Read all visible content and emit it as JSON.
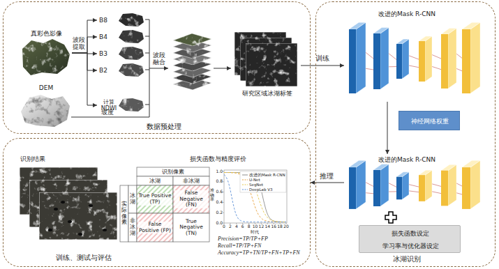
{
  "diagram": {
    "nodes": [
      {
        "text": [
          "数据预处理"
        ]
      },
      {
        "text": [
          "真彩色影像"
        ],
        "in": 0
      },
      {
        "text": [
          "DEM"
        ],
        "in": 0
      },
      {
        "text": [
          "B8"
        ],
        "in": 0
      },
      {
        "text": [
          "B4"
        ],
        "in": 0
      },
      {
        "text": [
          "B3"
        ],
        "in": 0
      },
      {
        "text": [
          "B2"
        ],
        "in": 0
      },
      {
        "text": [
          "计算 NDWI"
        ],
        "in": 0
      },
      {
        "text": [
          "研究区域冰湖标签"
        ],
        "in": 0
      },
      {
        "text": [
          "冰湖识别"
        ]
      },
      {
        "text": [
          "改进的Mask R-CNN"
        ],
        "in": 9
      },
      {
        "text": [
          "神经网络权重"
        ],
        "in": 9
      },
      {
        "text": [
          "改进的Mask R-CNN"
        ],
        "in": 9
      },
      {
        "text": [
          "损失函数设定",
          "学习率与优化器设定"
        ],
        "in": 9
      },
      {
        "text": [
          "训练、测试与评估"
        ]
      },
      {
        "text": [
          "识别结果"
        ],
        "in": 14
      }
    ],
    "edges": [
      {
        "from": 1,
        "to": 3,
        "arrow": "to"
      },
      {
        "from": 1,
        "to": 4,
        "arrow": "to"
      },
      {
        "from": 1,
        "to": 5,
        "arrow": "to"
      },
      {
        "from": 1,
        "to": 6,
        "arrow": "to"
      },
      {
        "from": 1,
        "to": 7,
        "arrow": "to"
      },
      {
        "from": 8,
        "to": 10,
        "label": "训练",
        "arrow": "to"
      },
      {
        "from": 10,
        "to": 12,
        "arrow": "to"
      },
      {
        "from": 12,
        "to": 14,
        "label": "推理",
        "arrow": "to"
      }
    ],
    "labels": [
      "波段提取",
      "坡度",
      "波段融合",
      "识别像素",
      "冰湖",
      "非冰湖",
      "实际像素",
      "冰湖",
      "非冰湖",
      "True Positive (TP)",
      "False Negative (FN)",
      "False Positive (FP)",
      "True Negative (TN)",
      "损失函数与精度评价",
      "1.0",
      "0.8",
      "0.6",
      "0.4",
      "0.2",
      "0.0",
      "0",
      "2",
      "4",
      "6",
      "8",
      "10",
      "12",
      "14",
      "16",
      "18",
      "20",
      "时代",
      "准确率",
      "Precision=TP/TP+FP",
      "Recall=TP/TP+FN",
      "Accuracy=TP+TN/TP+FN+TP+FN"
    ],
    "legend": [
      {
        "text": "改进的Mask R-CNN"
      },
      {
        "text": "U-Net"
      },
      {
        "text": "SegNet"
      },
      {
        "text": "DeepLab V3"
      }
    ]
  }
}
